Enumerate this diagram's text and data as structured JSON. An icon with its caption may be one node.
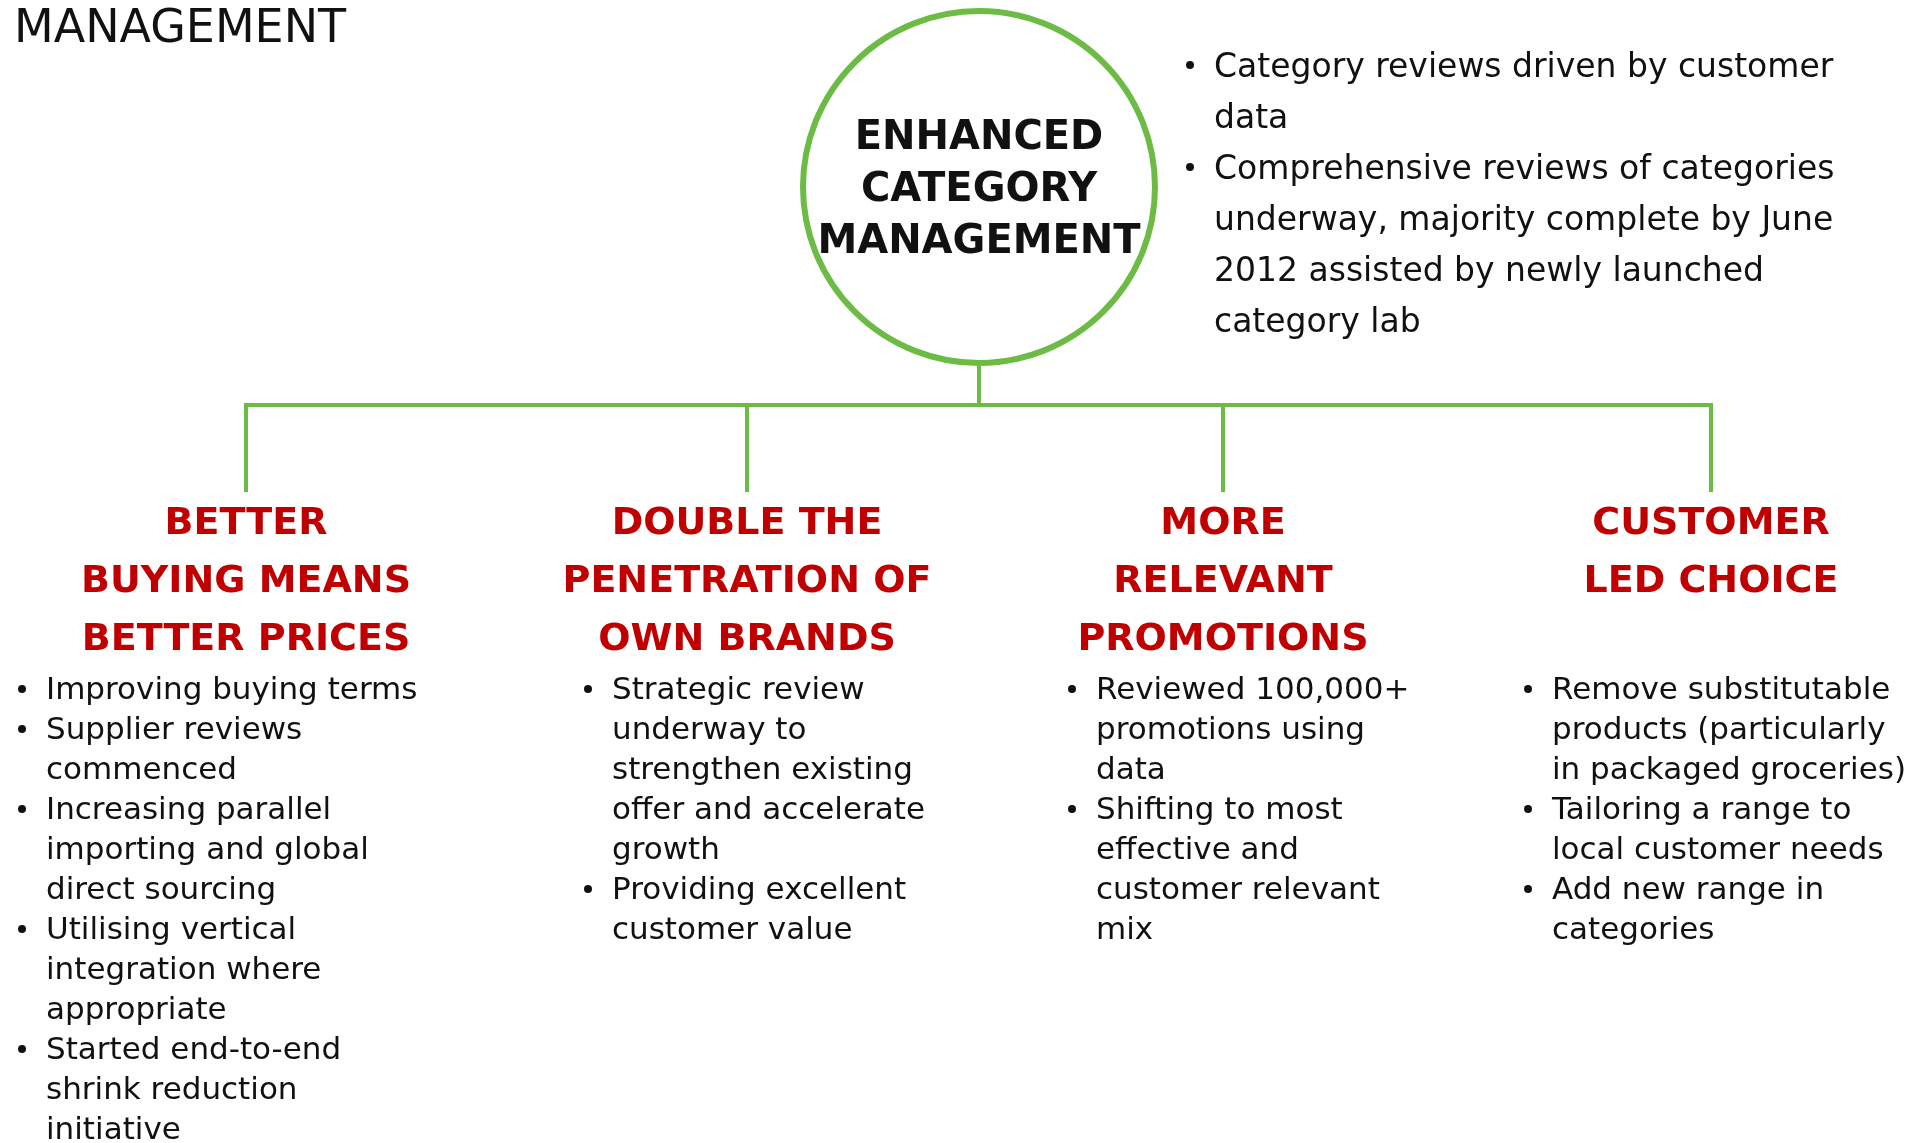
{
  "diagram": {
    "title": "MANAGEMENT",
    "nodes": [
      {
        "text": [
          "ENHANCED CATEGORY MANAGEMENT"
        ],
        "beside": [
          "Category reviews driven by customer data",
          "Comprehensive reviews of categories underway, majority complete by June 2012 assisted by newly launched category lab"
        ]
      },
      {
        "text": [
          "BETTER BUYING MEANS BETTER PRICES"
        ],
        "beside": [
          "Improving buying terms",
          "Supplier reviews commenced",
          "Increasing parallel importing and global direct sourcing",
          "Utilising vertical integration where appropriate",
          "Started end-to-end shrink reduction initiative"
        ]
      },
      {
        "text": [
          "DOUBLE THE PENETRATION OF OWN BRANDS"
        ],
        "beside": [
          "Strategic review underway to strengthen existing offer and accelerate growth",
          "Providing excellent customer value"
        ]
      },
      {
        "text": [
          "MORE RELEVANT PROMOTIONS"
        ],
        "beside": [
          "Reviewed 100,000+ promotions using data",
          "Shifting to most effective and customer relevant mix"
        ]
      },
      {
        "text": [
          "CUSTOMER LED CHOICE"
        ],
        "beside": [
          "Remove substitutable products (particularly in packaged groceries)",
          "Tailoring a range to local customer needs",
          "Add new range in categories"
        ]
      }
    ],
    "edges": [
      {
        "from": 0,
        "to": 1,
        "arrow": "none"
      },
      {
        "from": 0,
        "to": 2,
        "arrow": "none"
      },
      {
        "from": 0,
        "to": 3,
        "arrow": "none"
      },
      {
        "from": 0,
        "to": 4,
        "arrow": "none"
      }
    ]
  }
}
